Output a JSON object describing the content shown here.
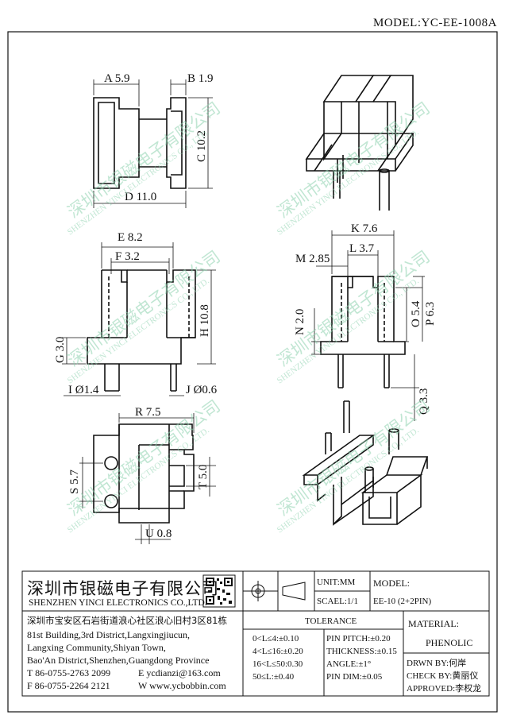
{
  "model_label": "MODEL:YC-EE-1008A",
  "watermark": {
    "cn": "深圳市银磁电子有限公司",
    "en": "SHENZHEN YINCI ELECTRONICS CO., LTD."
  },
  "dimensions": {
    "a": "A 5.9",
    "b": "B 1.9",
    "c": "C 10.2",
    "d": "D 11.0",
    "e": "E 8.2",
    "f": "F 3.2",
    "g": "G 3.0",
    "h": "H 10.8",
    "i": "I Ø1.4",
    "j": "J Ø0.6",
    "k": "K 7.6",
    "l": "L 3.7",
    "m": "M 2.85",
    "n": "N 2.0",
    "o": "O 5.4",
    "p": "P 6.3",
    "q": "Q 3.3",
    "r": "R 7.5",
    "s": "S 5.7",
    "t": "T 5.0",
    "u": "U 0.8"
  },
  "title_block": {
    "company_cn": "深圳市银磁电子有限公司",
    "company_en": "SHENZHEN YINCI ELECTRONICS CO.,LTD.",
    "address_cn": "深圳市宝安区石岩街道浪心社区浪心旧村3区81栋",
    "address_en": [
      "81st Building,3rd District,Langxingjiucun,",
      "Langxing Community,Shiyan Town,",
      "Bao'An District,Shenzhen,Guangdong Province"
    ],
    "tel": "T 86-0755-2763 2099",
    "fax": "F 86-0755-2264 2121",
    "email": "E ycdianzi@163.com",
    "web": "W www.ycbobbin.com",
    "unit": "UNIT:MM",
    "scale": "SCAEL:1/1",
    "model_header": "MODEL:",
    "model_value": "EE-10 (2+2PIN)",
    "tolerance_header": "TOLERANCE",
    "tolerance_left": [
      "0<L≤4:±0.10",
      "4<L≤16:±0.20",
      "16<L≤50:0.30",
      "50≤L:±0.40"
    ],
    "tolerance_right": [
      "PIN PITCH:±0.20",
      "THICKNESS:±0.15",
      "ANGLE:±1°",
      "PIN DIM:±0.05"
    ],
    "material_header": "MATERIAL:",
    "material_value": "PHENOLIC",
    "drawn_by": "DRWN BY:何岸",
    "check_by": "CHECK BY:黄丽仪",
    "approved": "APPROVED:李权龙"
  }
}
